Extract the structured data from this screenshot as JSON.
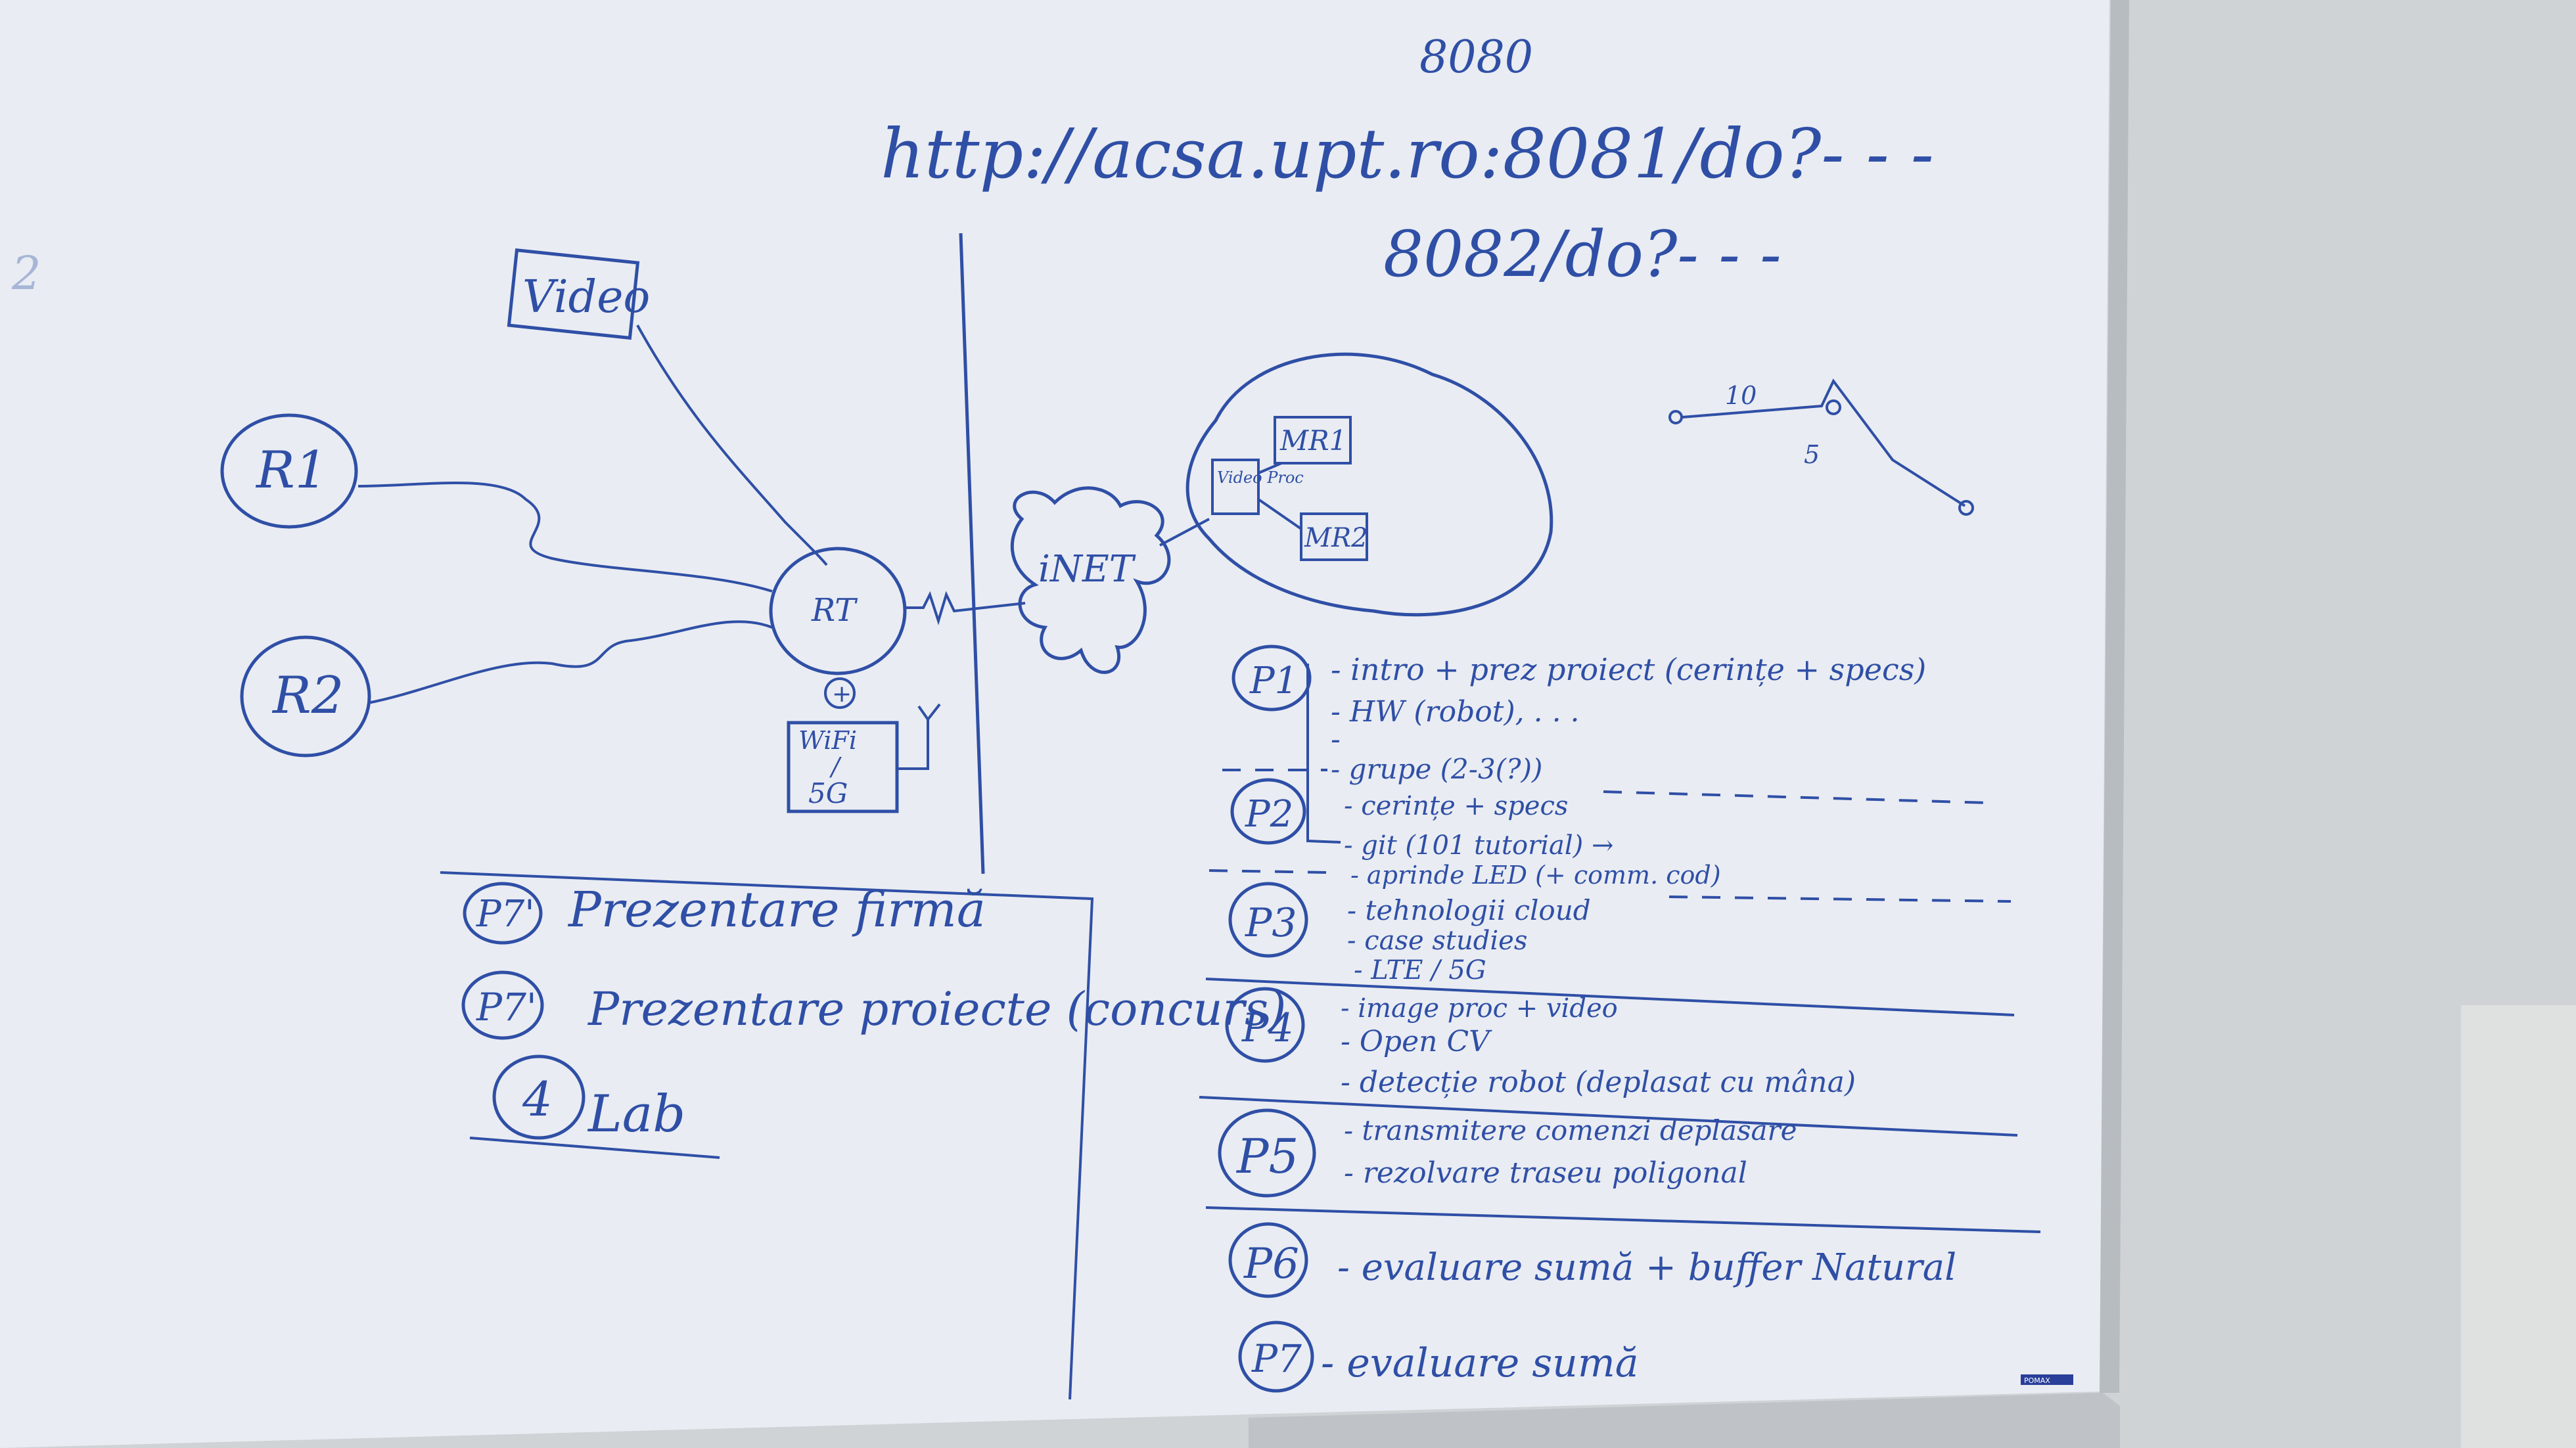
{
  "board": {
    "port_top": "8080",
    "url": "http://acsa.upt.ro:8081/do?- - -",
    "url_alt": "8082/do?- - -",
    "marker_color": "#2f4fa6",
    "board_color": "#e9ecf2"
  },
  "network": {
    "video": "Video",
    "r1": "R1",
    "r2": "R2",
    "router": "RT",
    "plus": "+",
    "wifi_lines": [
      "WiFi",
      "/",
      "5G"
    ],
    "inet": "iNET",
    "mr1": "MR1",
    "mr2": "MR2",
    "video_proc": "Video Proc"
  },
  "path_sketch": {
    "ten": "10",
    "five": "5"
  },
  "left_panel": {
    "items": [
      {
        "badge": "P7'",
        "text": "Prezentare firmă"
      },
      {
        "badge": "P7'",
        "text": "Prezentare proiecte (concurs)"
      },
      {
        "badge": "4",
        "text": "Lab"
      }
    ]
  },
  "plan": {
    "p1": {
      "badge": "P1",
      "lines": [
        "- intro + prez proiect (cerințe + specs)",
        "- HW (robot), . . .",
        "-",
        "- grupe (2-3(?))"
      ]
    },
    "p2": {
      "badge": "P2",
      "lines": [
        "- cerințe + specs",
        "- git (101 tutorial) →",
        "- aprinde LED (+ comm. cod)"
      ]
    },
    "p3": {
      "badge": "P3",
      "lines": [
        "- tehnologii cloud",
        "- case studies",
        "- LTE / 5G"
      ]
    },
    "p4": {
      "badge": "P4",
      "lines": [
        "- image proc + video",
        "- Open CV",
        "- detecție robot (deplasat cu mâna)"
      ]
    },
    "p5": {
      "badge": "P5",
      "lines": [
        "- transmitere comenzi deplasare",
        "- rezolvare traseu poligonal"
      ]
    },
    "p6": {
      "badge": "P6",
      "lines": [
        "- evaluare sumă + buffer Natural"
      ]
    },
    "p7": {
      "badge": "P7",
      "lines": [
        "- evaluare sumă"
      ]
    }
  },
  "margin_mark": "2",
  "brand_tag": "POMAX"
}
